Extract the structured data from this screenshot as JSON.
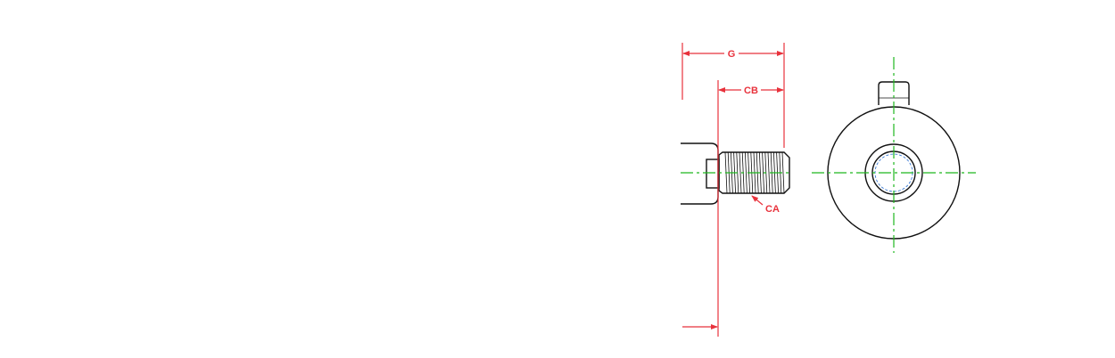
{
  "drawing": {
    "dimensions": {
      "g_label": "G",
      "cb_label": "CB",
      "ca_label": "CA"
    },
    "colors": {
      "dimension": "#e8323c",
      "centerline": "#1fb81f",
      "outline": "#111111",
      "hidden_line": "#3a7bd5",
      "background": "#ffffff"
    }
  }
}
